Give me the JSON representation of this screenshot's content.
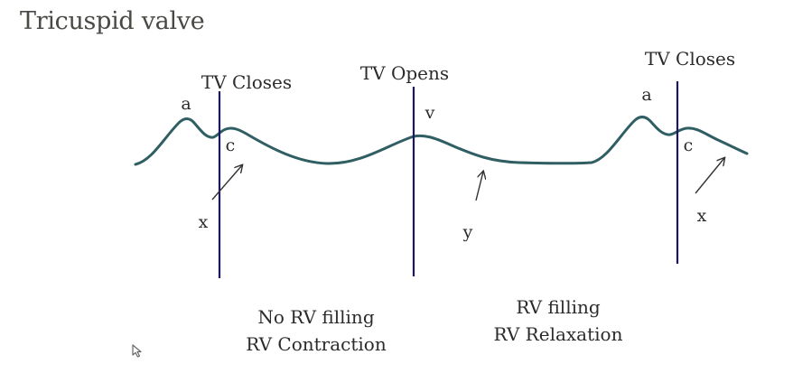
{
  "title": "Tricuspid valve",
  "colors": {
    "waveform": "#2f5e63",
    "valve_line": "#1c1660",
    "arrow": "#333333",
    "text": "#2b2b2b",
    "title": "#4a4a45"
  },
  "events": [
    {
      "label": "TV Closes"
    },
    {
      "label": "TV Opens"
    },
    {
      "label": "TV Closes"
    }
  ],
  "waves": {
    "a1": "a",
    "c1": "c",
    "x1": "x",
    "v": "v",
    "y": "y",
    "a2": "a",
    "c2": "c",
    "x2": "x"
  },
  "phases": [
    {
      "line1": "No RV filling",
      "line2": "RV Contraction"
    },
    {
      "line1": "RV filling",
      "line2": "RV Relaxation"
    }
  ],
  "cursor": "mouse-pointer-icon"
}
